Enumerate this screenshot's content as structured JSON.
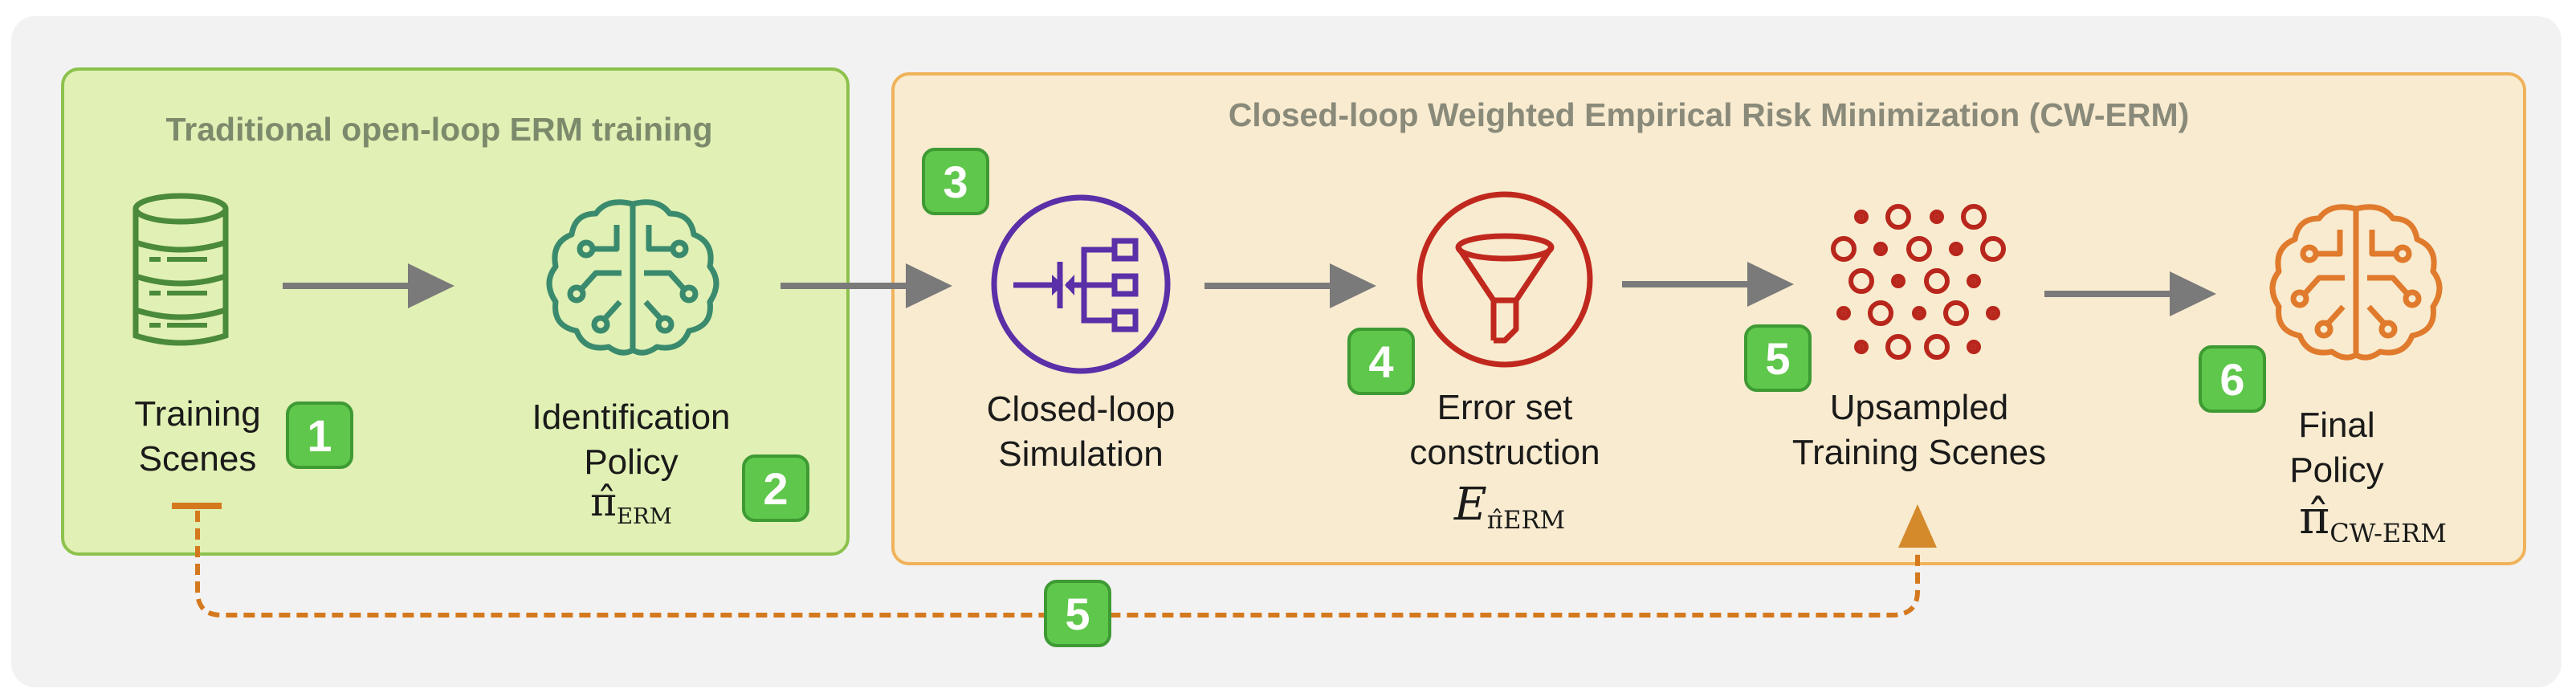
{
  "panels": {
    "left_title": "Traditional open-loop ERM training",
    "right_title": "Closed-loop Weighted Empirical Risk Minimization (CW-ERM)"
  },
  "steps": {
    "training_scenes": {
      "line1": "Training",
      "line2": "Scenes",
      "badge": "1"
    },
    "identification_policy": {
      "line1": "Identification",
      "line2": "Policy",
      "math_symbol": "π̂",
      "math_sub": "ERM",
      "badge": "2"
    },
    "simulation": {
      "line1": "Closed-loop",
      "line2": "Simulation",
      "badge": "3"
    },
    "error_set": {
      "line1": "Error set",
      "line2": "construction",
      "math_symbol": "E",
      "math_sub": "π̂ERM",
      "badge": "4"
    },
    "upsampled": {
      "line1": "Upsampled",
      "line2": "Training Scenes",
      "badge": "5"
    },
    "final_policy": {
      "line1": "Final",
      "line2": "Policy",
      "math_symbol": "π̂",
      "math_sub": "CW-ERM",
      "badge": "6"
    },
    "feedback_badge": "5"
  },
  "colors": {
    "green_icon": "#4a8a3a",
    "brain_teal": "#3a8a6e",
    "sim_purple": "#5a2fa8",
    "error_red": "#c0281e",
    "dots_red": "#b8261c",
    "final_orange": "#e07a2c",
    "arrow_gray": "#7a7a7a",
    "feedback_orange": "#d4791e"
  },
  "icons": [
    "database-icon",
    "brain-circuit-icon",
    "simulation-flow-icon",
    "funnel-icon",
    "dot-grid-icon",
    "brain-circuit-icon"
  ]
}
